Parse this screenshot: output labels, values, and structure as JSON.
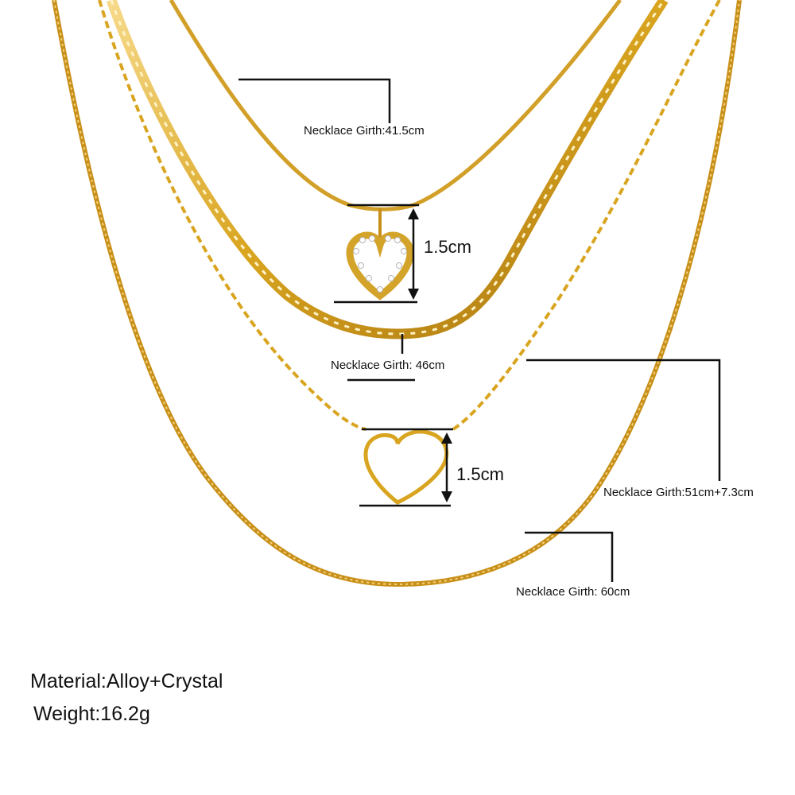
{
  "labels": {
    "girth_1": "Necklace Girth:41.5cm",
    "pendant_1_size": "1.5cm",
    "girth_2": "Necklace Girth: 46cm",
    "girth_3": "Necklace Girth:51cm+7.3cm",
    "pendant_2_size": "1.5cm",
    "girth_4": "Necklace Girth: 60cm"
  },
  "specs": {
    "material": "Material:Alloy+Crystal",
    "weight": "Weight:16.2g"
  },
  "colors": {
    "gold": "#d9a520",
    "gold_light": "#f3d27a",
    "gold_dark": "#a87410",
    "line": "#111111"
  }
}
